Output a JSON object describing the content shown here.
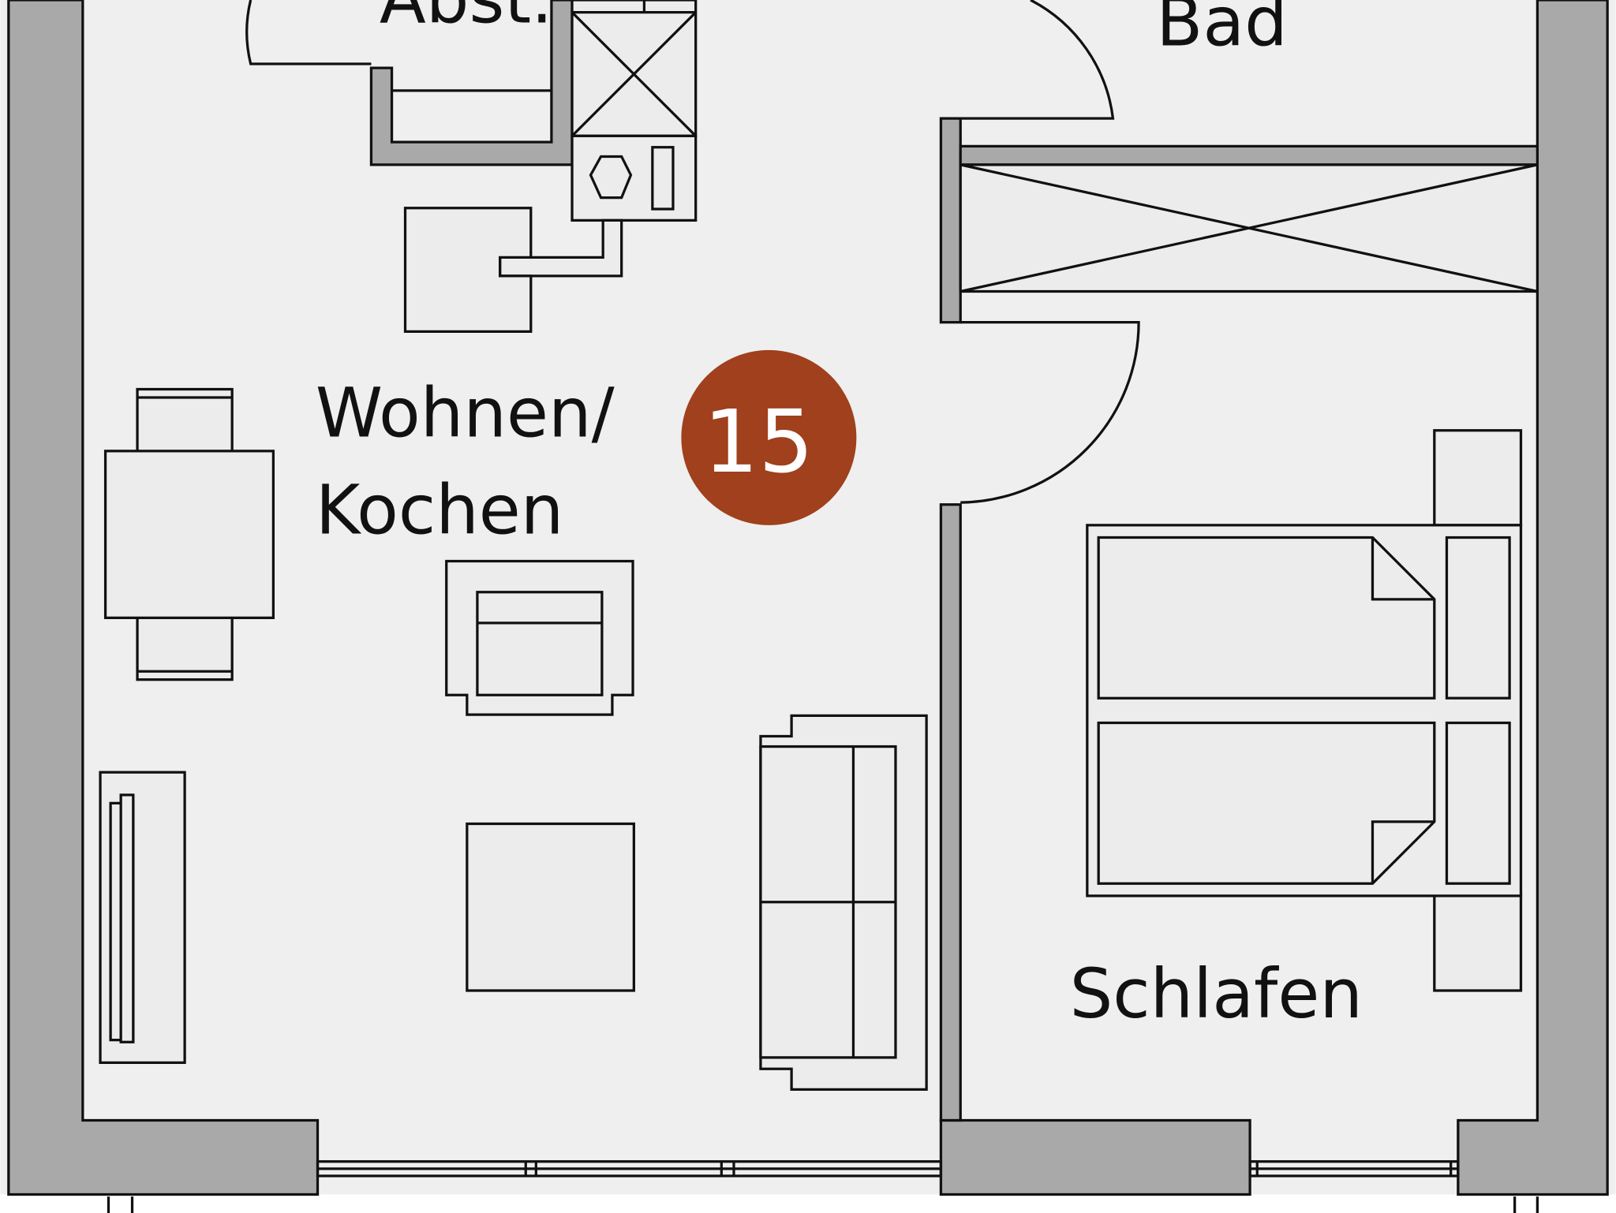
{
  "rooms": {
    "storage": "Abst.",
    "bath": "Bad",
    "living_line1": "Wohnen/",
    "living_line2": "Kochen",
    "bedroom": "Schlafen"
  },
  "unit_badge": {
    "number": "15",
    "color": "#a0401c"
  },
  "colors": {
    "floor": "#efefef",
    "wall": "#a9a9a9"
  }
}
